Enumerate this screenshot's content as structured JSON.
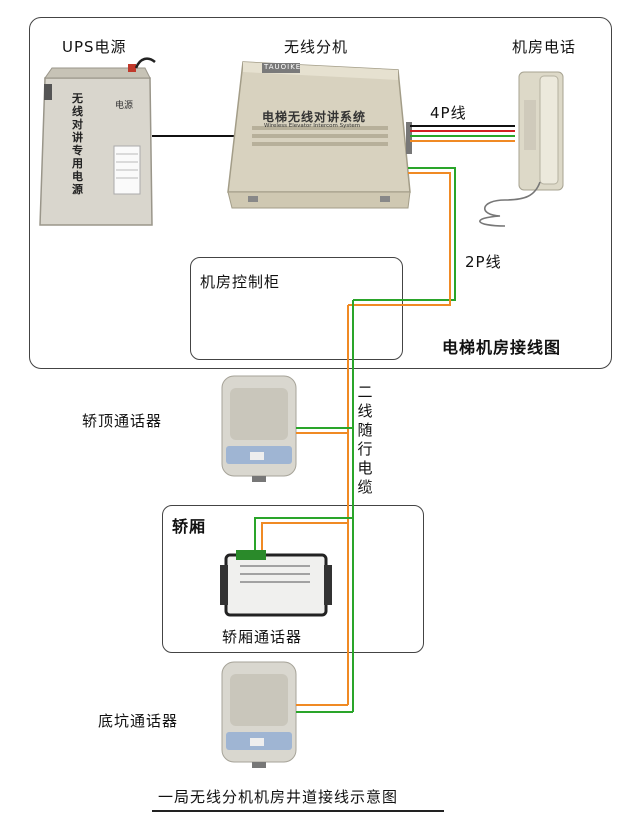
{
  "machine_room": {
    "ups_label": "UPS电源",
    "ups_device_text": "无线对讲专用电源",
    "ups_small_text": "电源",
    "host_label": "无线分机",
    "host_panel_text": "电梯无线对讲系统",
    "host_panel_subtext": "Wireless Elevator Intercom System",
    "host_brand": "TAUOIKE",
    "phone_label": "机房电话",
    "cable_4p_label": "4P线",
    "cable_2p_label": "2P线",
    "cabinet_label": "机房控制柜",
    "section_title": "电梯机房接线图"
  },
  "shaft": {
    "car_top_label": "轿顶通话器",
    "trailing_cable_chars": [
      "二",
      "线",
      "随",
      "行",
      "电",
      "缆"
    ],
    "car_section_label": "轿厢",
    "car_intercom_label": "轿厢通话器",
    "pit_label": "底坑通话器"
  },
  "footer_title": "一局无线分机机房井道接线示意图",
  "colors": {
    "wire_green": "#2aa52a",
    "wire_orange": "#f08a24",
    "wire_red": "#d42020",
    "wire_black": "#111111",
    "device_beige": "#d6d0bd"
  }
}
